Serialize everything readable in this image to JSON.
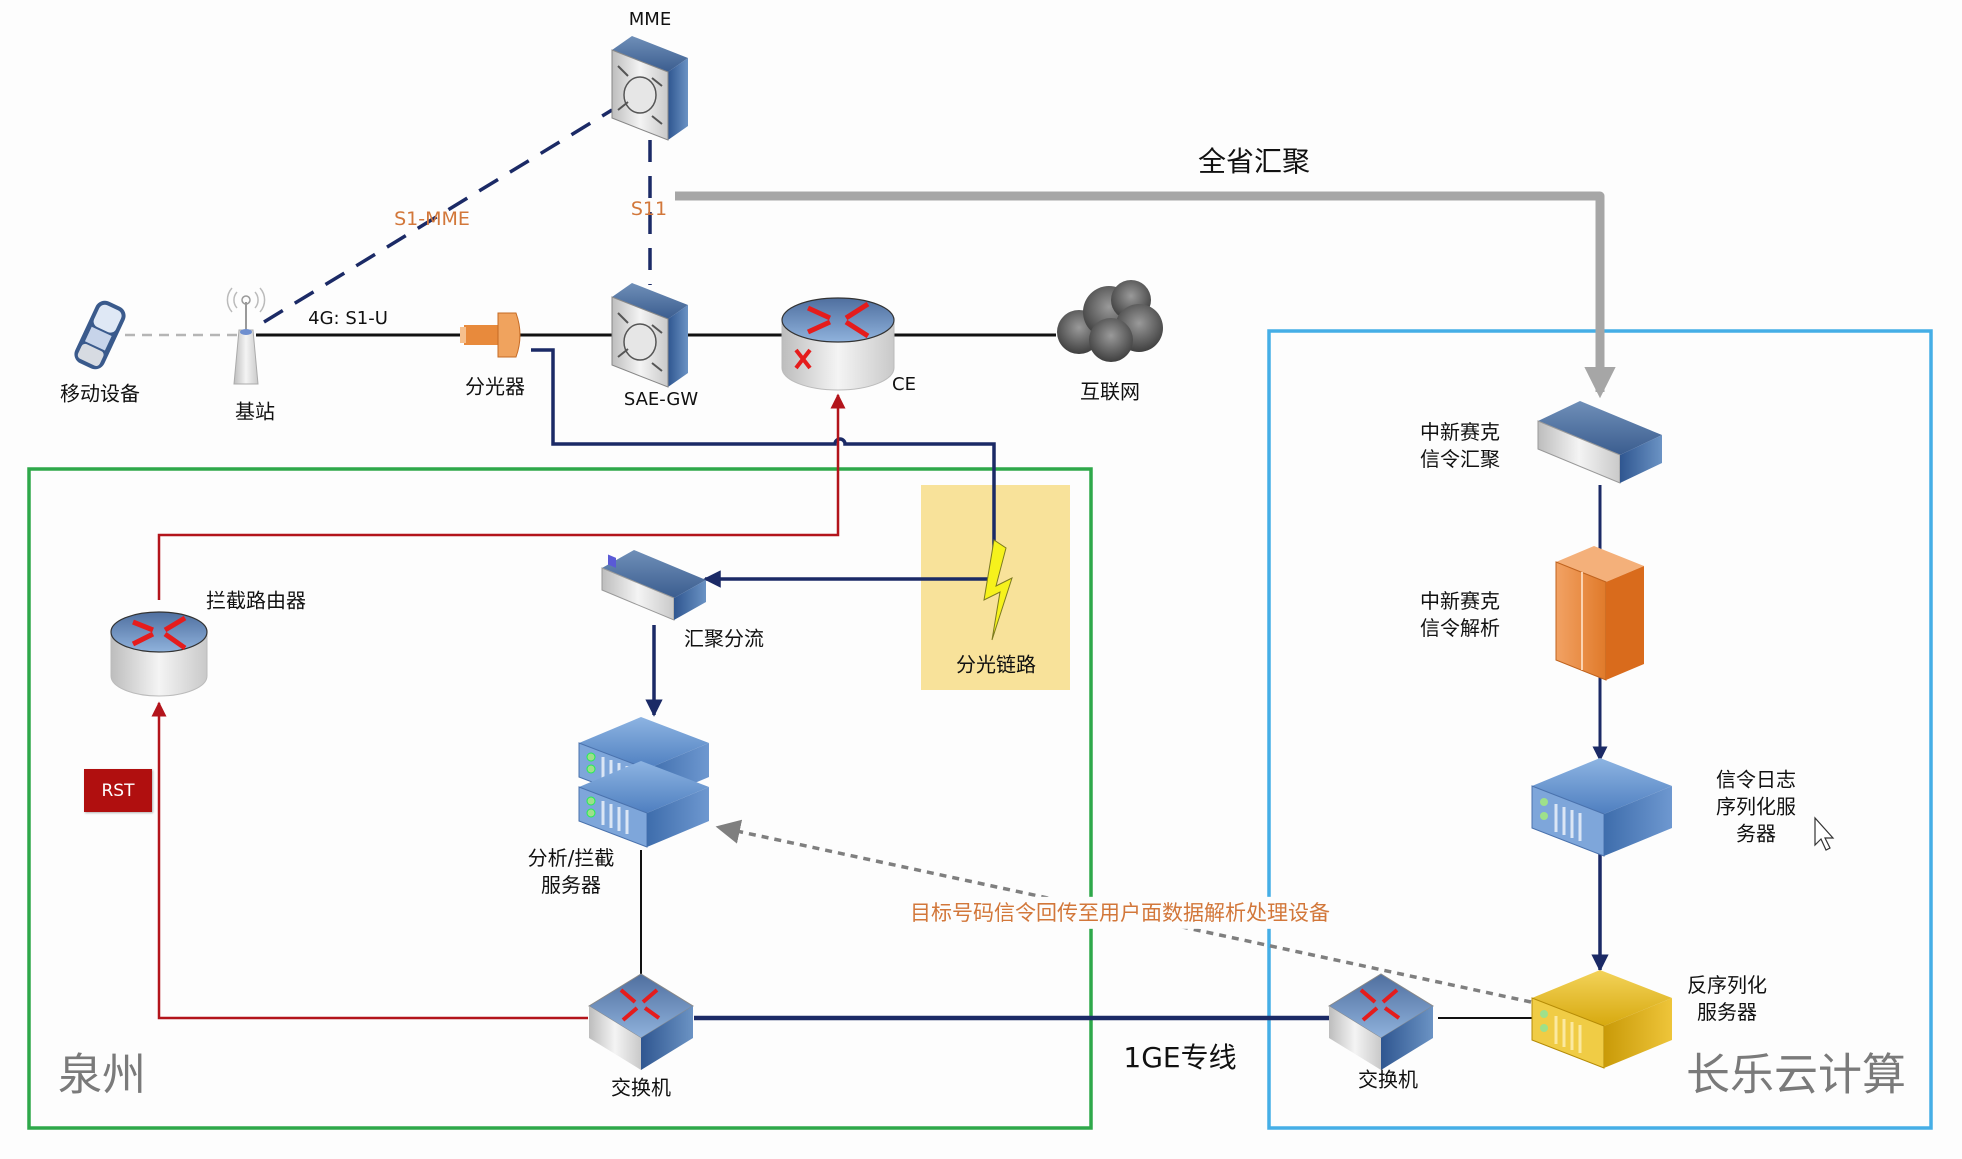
{
  "colors": {
    "navy": "#1b2a66",
    "red": "#b3141b",
    "gray_line": "#a6a6a6",
    "green_region": "#2ea84a",
    "blue_region": "#45aee6",
    "fiber_box": "#f8e29a",
    "label_orange": "#d2773a",
    "rst_red": "#b00f0f"
  },
  "top_network": {
    "mme": {
      "label": "MME",
      "icon": "mme-switch-icon"
    },
    "s11_label": "S11",
    "s1_mme_label": "S1-MME",
    "s1u_label": "4G: S1-U",
    "mobile_device": {
      "label": "移动设备",
      "icon": "mobile-phone-icon"
    },
    "base_station": {
      "label": "基站",
      "icon": "antenna-tower-icon"
    },
    "splitter": {
      "label": "分光器",
      "icon": "optical-splitter-icon"
    },
    "sae_gw": {
      "label": "SAE-GW",
      "icon": "gateway-switch-icon"
    },
    "ce": {
      "label": "CE",
      "icon": "router-icon"
    },
    "internet": {
      "label": "互联网",
      "icon": "cloud-icon"
    },
    "province_aggregation_label": "全省汇聚"
  },
  "quanzhou": {
    "region_label": "泉州",
    "fiber_link": {
      "label": "分光链路",
      "icon": "lightning-icon"
    },
    "intercept_router": {
      "label": "拦截路由器",
      "icon": "router-icon"
    },
    "rst_badge": "RST",
    "aggregation_split": {
      "label": "汇聚分流",
      "icon": "network-appliance-icon"
    },
    "analysis_server": {
      "label_line1": "分析/拦截",
      "label_line2": "服务器",
      "icon": "rack-server-stack-icon"
    },
    "switch": {
      "label": "交换机",
      "icon": "switch-icon"
    }
  },
  "link_label": "1GE专线",
  "annotation": "目标号码信令回传至用户面数据解析处理设备",
  "changle": {
    "region_label": "长乐云计算",
    "signal_aggregation": {
      "label_line1": "中新赛克",
      "label_line2": "信令汇聚",
      "icon": "network-appliance-icon"
    },
    "signal_parsing": {
      "label_line1": "中新赛克",
      "label_line2": "信令解析",
      "icon": "server-cabinet-icon"
    },
    "log_serialization": {
      "label_line1": "信令日志",
      "label_line2": "序列化服",
      "label_line3": "务器",
      "icon": "rack-server-icon"
    },
    "deserialization": {
      "label_line1": "反序列化",
      "label_line2": "服务器",
      "icon": "rack-server-gold-icon"
    },
    "switch": {
      "label": "交换机",
      "icon": "switch-icon"
    }
  }
}
